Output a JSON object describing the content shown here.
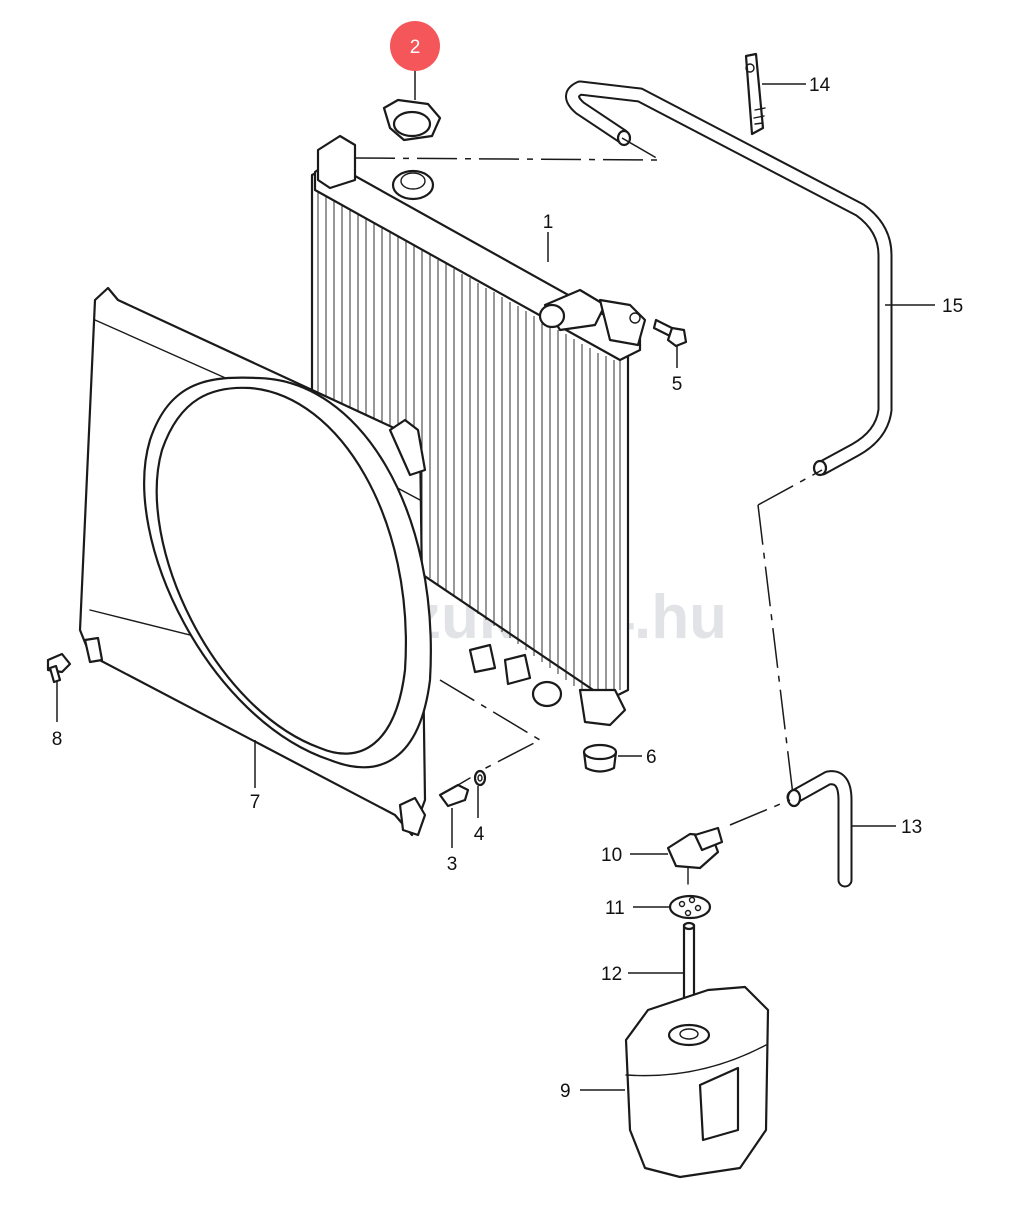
{
  "diagram": {
    "watermark": "zuki4x4.hu",
    "highlight_color": "#f4565a",
    "highlighted_part": "2",
    "callouts": [
      {
        "id": "p1",
        "label": "1"
      },
      {
        "id": "p2",
        "label": "2"
      },
      {
        "id": "p3",
        "label": "3"
      },
      {
        "id": "p4",
        "label": "4"
      },
      {
        "id": "p5",
        "label": "5"
      },
      {
        "id": "p6",
        "label": "6"
      },
      {
        "id": "p7",
        "label": "7"
      },
      {
        "id": "p8",
        "label": "8"
      },
      {
        "id": "p9",
        "label": "9"
      },
      {
        "id": "p10",
        "label": "10"
      },
      {
        "id": "p11",
        "label": "11"
      },
      {
        "id": "p12",
        "label": "12"
      },
      {
        "id": "p13",
        "label": "13"
      },
      {
        "id": "p14",
        "label": "14"
      },
      {
        "id": "p15",
        "label": "15"
      }
    ]
  }
}
